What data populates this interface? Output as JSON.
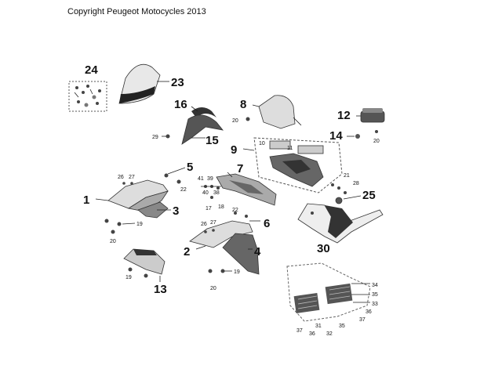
{
  "copyright": "Copyright Peugeot Motocycles 2013",
  "labels": {
    "l1": "1",
    "l2": "2",
    "l3": "3",
    "l4": "4",
    "l5": "5",
    "l6": "6",
    "l7": "7",
    "l8": "8",
    "l9": "9",
    "l10": "10",
    "l11": "11",
    "l12": "12",
    "l13": "13",
    "l14": "14",
    "l15": "15",
    "l16": "16",
    "l17": "17",
    "l18": "18",
    "l19": "19",
    "l20": "20",
    "l21": "21",
    "l22": "22",
    "l23": "23",
    "l24": "24",
    "l25": "25",
    "l26": "26",
    "l27": "27",
    "l28": "28",
    "l29": "29",
    "l30": "30",
    "l31": "31",
    "l32": "32",
    "l33": "33",
    "l34": "34",
    "l35": "35",
    "l36": "36",
    "l37": "37",
    "l38": "38",
    "l39": "39",
    "l40": "40",
    "l41": "41"
  }
}
